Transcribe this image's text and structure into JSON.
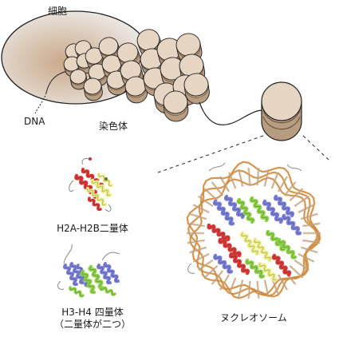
{
  "labels": {
    "cell": "細胞",
    "dna": "DNA",
    "chromosome": "染色体",
    "h2a_h2b": "H2A-H2B二量体",
    "h3_h4_line1": "H3-H4 四量体",
    "h3_h4_line2": "（二量体が二つ）",
    "nucleosome": "ヌクレオソーム"
  },
  "colors": {
    "cell_fill": "#e9e6e3",
    "cell_core": "#c7a889",
    "disc_top": "#e6d5c2",
    "disc_side": "#b89c80",
    "outline": "#222222",
    "dna_backbone": "#d08a3a",
    "dna_strand": "#f2f2f2",
    "helix_red": "#d93a3a",
    "helix_yellow": "#eeee88",
    "helix_blue": "#7a7fd8",
    "helix_green": "#8fd24a",
    "helix_grey": "#888888"
  }
}
